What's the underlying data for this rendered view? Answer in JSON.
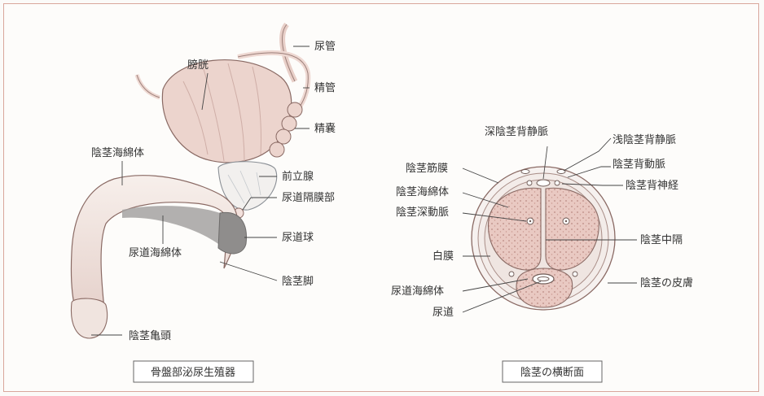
{
  "left_diagram": {
    "caption": "骨盤部泌尿生殖器",
    "labels": {
      "ureter": "尿管",
      "bladder": "膀胱",
      "vas_deferens": "精管",
      "seminal_vesicle": "精嚢",
      "corpus_cavernosum": "陰茎海綿体",
      "prostate": "前立腺",
      "membranous_urethra": "尿道隔膜部",
      "bulb": "尿道球",
      "corpus_spongiosum": "尿道海綿体",
      "crus": "陰茎脚",
      "glans": "陰茎亀頭"
    }
  },
  "right_diagram": {
    "caption": "陰茎の横断面",
    "labels": {
      "deep_dorsal_vein": "深陰茎背静脈",
      "superficial_dorsal_vein": "浅陰茎背静脈",
      "dorsal_artery": "陰茎背動脈",
      "dorsal_nerve": "陰茎背神経",
      "fascia": "陰茎筋膜",
      "corpus_cavernosum": "陰茎海綿体",
      "deep_artery": "陰茎深動脈",
      "septum": "陰茎中隔",
      "tunica": "白膜",
      "corpus_spongiosum": "尿道海綿体",
      "urethra": "尿道",
      "skin": "陰茎の皮膚"
    }
  },
  "colors": {
    "tissue": "#ecd3cc",
    "tissue_dark": "#c9a39a",
    "outline": "#8a6a64",
    "frame": "#d9a79c"
  }
}
